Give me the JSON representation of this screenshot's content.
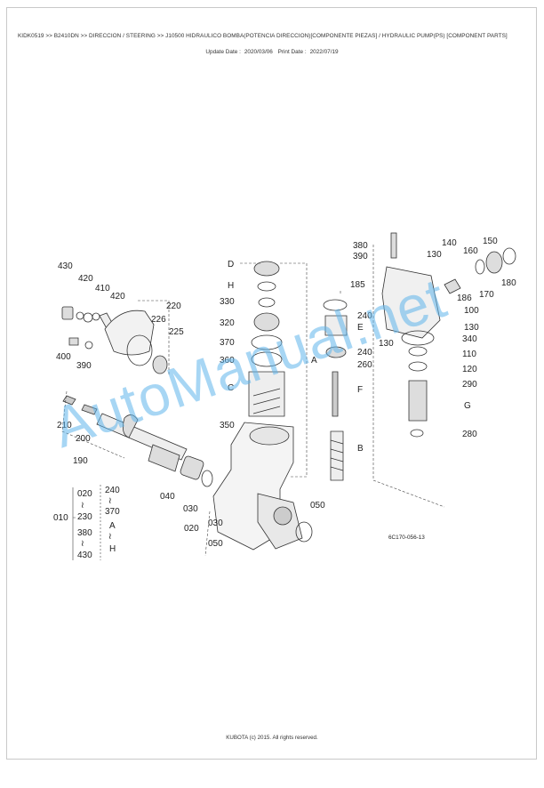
{
  "header": {
    "breadcrumb": "KIDK0519 >> B2410DN >> DIRECCION / STEERING >> J10500   HIDRAULICO BOMBA(POTENCIA DIRECCION)[COMPONENTE PIEZAS] / HYDRAULIC PUMP(PS) [COMPONENT PARTS]",
    "update_label": "Update Date :",
    "update_date": "2020/03/06",
    "print_label": "Print Date :",
    "print_date": "2022/07/19"
  },
  "diagram": {
    "drawing_code": "6C170-056-13",
    "callouts": {
      "c430": "430",
      "c420a": "420",
      "c410": "410",
      "c420b": "420",
      "c220": "220",
      "c226": "226",
      "c225": "225",
      "c400": "400",
      "c390a": "390",
      "c210": "210",
      "c200": "200",
      "c190": "190",
      "cD": "D",
      "cH": "H",
      "c330": "330",
      "c320": "320",
      "c370": "370",
      "c360": "360",
      "cC": "C",
      "c350": "350",
      "c240a": "240",
      "cE": "E",
      "cA": "A",
      "c240b": "240",
      "c260": "260",
      "cF": "F",
      "cB": "B",
      "c380": "380",
      "c390b": "390",
      "c185": "185",
      "c130a": "130",
      "c140": "140",
      "c160": "160",
      "c150": "150",
      "c186": "186",
      "c170": "170",
      "c180": "180",
      "c100": "100",
      "c130b": "130",
      "c130c": "130",
      "c340": "340",
      "c110": "110",
      "c120": "120",
      "c290": "290",
      "cG": "G",
      "c280": "280",
      "c040": "040",
      "c030a": "030",
      "c050": "050",
      "c030b": "030",
      "c020b": "020",
      "c050b": "050"
    },
    "legend": {
      "main": "010",
      "col1": [
        "020",
        "≀",
        "230",
        "380",
        "≀",
        "430"
      ],
      "col2": [
        "240",
        "≀",
        "370",
        "A",
        "≀",
        "H"
      ]
    }
  },
  "watermark": "AutoManual.net",
  "footer": "KUBOTA (c) 2015. All rights reserved."
}
